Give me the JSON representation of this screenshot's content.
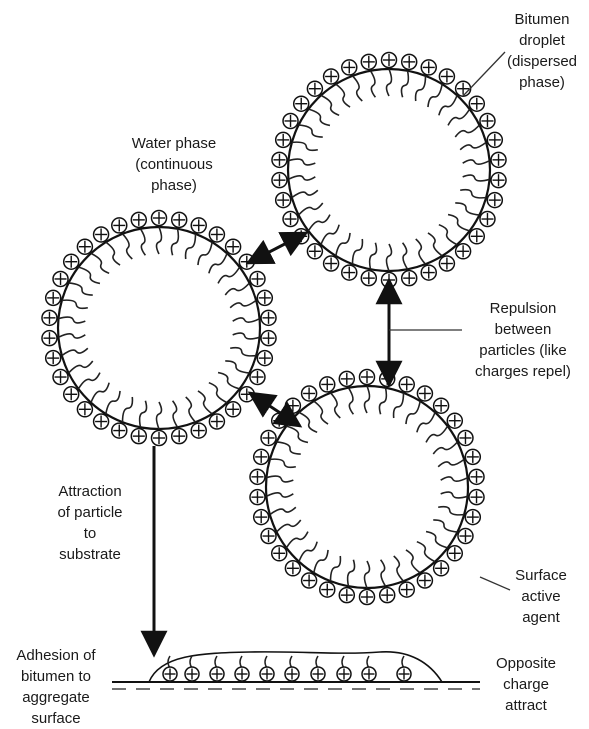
{
  "labels": {
    "bitumen_droplet": "Bitumen\ndroplet\n(dispersed\nphase)",
    "water_phase": "Water phase\n(continuous\nphase)",
    "repulsion": "Repulsion\nbetween\nparticles (like\ncharges repel)",
    "attraction": "Attraction\nof particle\nto\nsubstrate",
    "surface_agent": "Surface\nactive\nagent",
    "adhesion": "Adhesion of\nbitumen to\naggregate\nsurface",
    "opposite_charge": "Opposite\ncharge\nattract"
  },
  "symbols": {
    "charge": "⊕",
    "ion_charge_sign": "+"
  }
}
